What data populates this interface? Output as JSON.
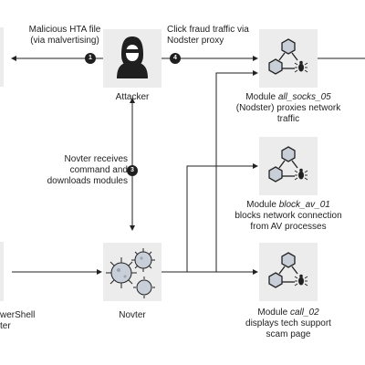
{
  "steps": {
    "s1": {
      "number": "1",
      "line1": "Malicious HTA file",
      "line2": "(via malvertising)"
    },
    "s3": {
      "number": "3",
      "line1": "Novter receives",
      "line2": "command and",
      "line3": "downloads modules"
    },
    "s4": {
      "number": "4",
      "line1": "Click fraud traffic via",
      "line2": "Nodster proxy"
    }
  },
  "nodes": {
    "attacker": {
      "label": "Attacker"
    },
    "novter": {
      "label": "Novter"
    },
    "powershell": {
      "line1": "werShell",
      "line2": "ter"
    },
    "module1": {
      "prefix": "Module ",
      "name": "all_socks_05",
      "line2": "(Nodster) proxies network",
      "line3": "traffic"
    },
    "module2": {
      "prefix": "Module ",
      "name": "block_av_01",
      "line2": "blocks network connection",
      "line3": "from AV processes"
    },
    "module3": {
      "prefix": "Module ",
      "name": "call_02",
      "line2": "displays tech support",
      "line3": "scam page"
    }
  },
  "colors": {
    "box": "#ececec",
    "ink": "#222222",
    "accent": "#1f1f1f"
  },
  "icons": {
    "attacker": "attacker-icon",
    "novter": "virus-cluster-icon",
    "module": "module-network-icon"
  }
}
